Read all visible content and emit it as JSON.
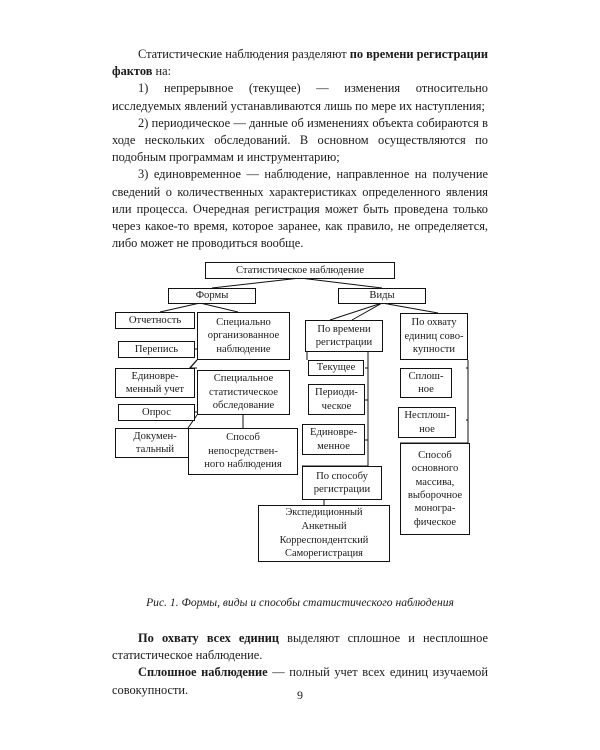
{
  "document": {
    "page_number": "9",
    "paragraphs": [
      {
        "id": "p-lead",
        "html": true,
        "text": "Статистические наблюдения разделяют по времени регистрации фактов на:"
      },
      {
        "id": "p-1",
        "text": "1)  непрерывное (текущее) — изменения относительно исследуемых явлений устанавливаются лишь по мере их наступления;"
      },
      {
        "id": "p-2",
        "text": "2)  периодическое — данные об изменениях объекта собираются в ходе нескольких обследований. В основном осуществляются по подобным программам и инструментарию;"
      },
      {
        "id": "p-3",
        "text": "3)  единовременное — наблюдение, направленное на получение сведений о количественных характеристиках определенного явления или процесса. Очередная регистрация может быть проведена только через какое-то время, которое заранее, как правило, не определяется, либо может не проводиться вообще."
      }
    ],
    "lead_parts": {
      "before": "Статистические наблюдения разделяют ",
      "bold": "по времени регистрации фактов",
      "after": " на:"
    },
    "figure_caption": "Рис. 1. Формы, виды и способы статистического наблюдения",
    "after_paragraphs": [
      {
        "bold": "По охвату всех единиц",
        "rest": " выделяют сплошное и несплошное статистическое наблюдение."
      },
      {
        "bold": "Сплошное наблюдение",
        "rest": " — полный учет всех единиц изучаемой совокупности."
      }
    ]
  },
  "diagram": {
    "title": "Формы, виды и способы статистического наблюдения",
    "nodes": {
      "root": "Статистическое наблюдение",
      "forms": "Формы",
      "kinds": "Виды",
      "reporting": "Отчетность",
      "census": "Перепись",
      "one_time_record": "Единовре-\nменный учет",
      "survey": "Опрос",
      "documentary": "Докумен-\nтальный",
      "special_organized": "Специально\nорганизованное\nнаблюдение",
      "special_statistical": "Специальное\nстатистическое\nобследование",
      "direct_method": "Способ\nнепосредствен-\nного наблюдения",
      "by_time": "По времени\nрегистрации",
      "current": "Текущее",
      "periodic": "Периоди-\nческое",
      "one_time": "Единовре-\nменное",
      "by_method": "По способу\nрегистрации",
      "method_list": "Экспедиционный\nАнкетный\nКорреспондентский\nСаморегистрация",
      "by_coverage": "По охвату\nединиц сово-\nкупности",
      "continuous": "Сплош-\nное",
      "noncontinuous": "Несплош-\nное",
      "main_array": "Способ\nосновного\nмассива,\nвыборочное\nмоногра-\nфическое"
    }
  },
  "colors": {
    "text": "#1a1a1a",
    "line": "#111111",
    "background": "#ffffff"
  }
}
